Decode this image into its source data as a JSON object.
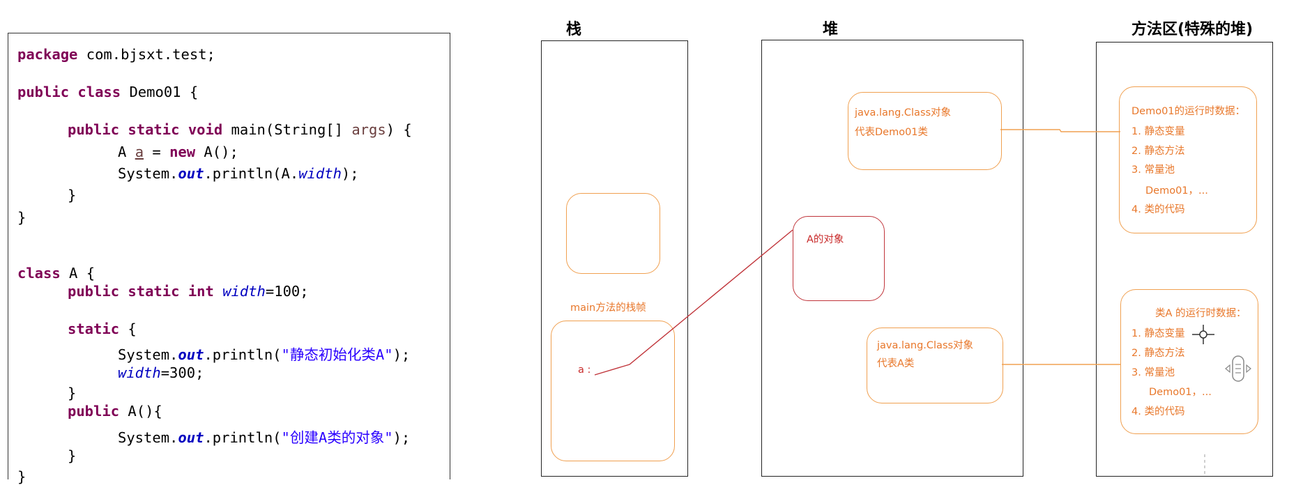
{
  "code": {
    "l1": {
      "kw": "package",
      "rest": " com.bjsxt.test;"
    },
    "l2": {
      "kw1": "public",
      "kw2": "class",
      "rest": " Demo01 {"
    },
    "l3": {
      "kw1": "public",
      "kw2": "static",
      "kw3": "void",
      "rest1": " main(String[] ",
      "var": "args",
      "rest2": ") {"
    },
    "l4": {
      "t1": "A ",
      "var": "a",
      "t2": " = ",
      "kw": "new",
      "t3": " A();"
    },
    "l5": {
      "t1": "System.",
      "fld": "out",
      "t2": ".println(A.",
      "fld2": "width",
      "t3": ");"
    },
    "l6": "}",
    "l7": "}",
    "l8": {
      "kw": "class",
      "rest": " A {"
    },
    "l9": {
      "kw1": "public",
      "kw2": "static",
      "kw3": "int",
      "fld": "width",
      "rest": "=100;"
    },
    "l10": {
      "kw": "static",
      "rest": " {"
    },
    "l11": {
      "t1": "System.",
      "fld": "out",
      "t2": ".println(",
      "str": "\"静态初始化类A\"",
      "t3": ");"
    },
    "l12": {
      "fld": "width",
      "rest": "=300;"
    },
    "l13": "}",
    "l14": {
      "kw": "public",
      "rest": " A(){"
    },
    "l15": {
      "t1": "System.",
      "fld": "out",
      "t2": ".println(",
      "str": "\"创建A类的对象\"",
      "t3": ");"
    },
    "l16": "}",
    "l17": "}"
  },
  "diagram": {
    "titles": {
      "stack": "栈",
      "heap": "堆",
      "method_area": "方法区(特殊的堆)"
    },
    "stack": {
      "frame_label": "main方法的栈帧",
      "var_label": "a :"
    },
    "heap": {
      "class_obj_demo": {
        "line1": "java.lang.Class对象",
        "line2": "代表Demo01类"
      },
      "a_object": "A的对象",
      "class_obj_a": {
        "line1": "java.lang.Class对象",
        "line2": "代表A类"
      }
    },
    "method_area": {
      "demo01": {
        "title": "Demo01的运行时数据：",
        "items": [
          "1. 静态变量",
          "2. 静态方法",
          "3. 常量池",
          "Demo01，...",
          "4. 类的代码"
        ]
      },
      "class_a": {
        "title": "类A 的运行时数据：",
        "items": [
          "1. 静态变量",
          "2. 静态方法",
          "3. 常量池",
          "Demo01，...",
          "4. 类的代码"
        ]
      }
    },
    "colors": {
      "orange": "#f0a050",
      "red": "#c0343a",
      "text_orange": "#e8772a"
    }
  }
}
